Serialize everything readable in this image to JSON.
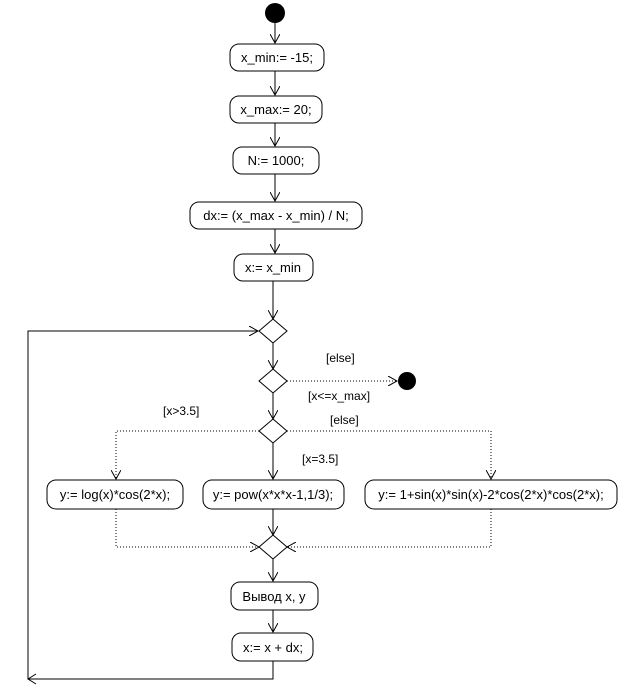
{
  "nodes": {
    "xmin": "x_min:= -15;",
    "xmax": "x_max:= 20;",
    "n": "N:= 1000;",
    "dx": "dx:= (x_max - x_min) / N;",
    "xinit": "x:= x_min",
    "ylog": "y:= log(x)*cos(2*x);",
    "ypow": "y:= pow(x*x*x-1,1/3);",
    "ysin": "y:= 1+sin(x)*sin(x)-2*cos(2*x)*cos(2*x);",
    "output": "Вывод x, y",
    "xinc": "x:= x + dx;"
  },
  "guards": {
    "else_exit": "[else]",
    "loop_cond": "[x<=x_max]",
    "gt": "[x>3.5]",
    "else_branch": "[else]",
    "eq": "[x=3.5]"
  }
}
